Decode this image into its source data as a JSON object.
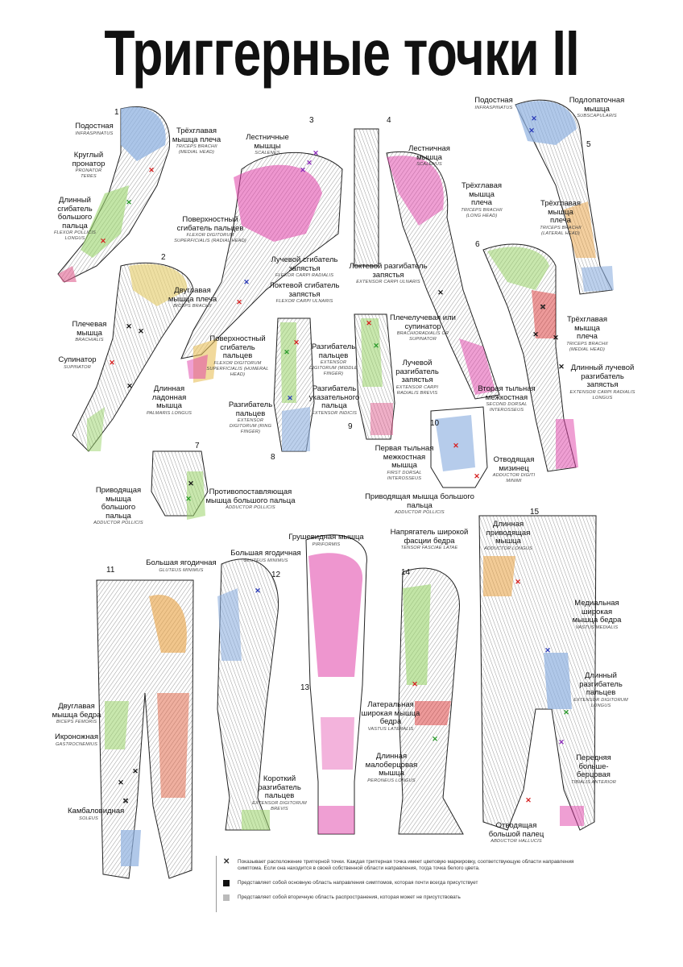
{
  "title": "Триггерные точки II",
  "colors": {
    "primary": "#e040a8",
    "secondary": "#c8d6f0",
    "trigger_red": "#d62020",
    "trigger_blue": "#2a3ab8",
    "trigger_green": "#2a9a2a",
    "trigger_purple": "#8a2ab8",
    "trigger_black": "#111111"
  },
  "numbers": [
    "1",
    "2",
    "3",
    "4",
    "5",
    "6",
    "7",
    "8",
    "9",
    "10",
    "11",
    "12",
    "13",
    "14",
    "15"
  ],
  "labels": [
    {
      "ru": "Подостная",
      "lat": "INFRASPINATUS"
    },
    {
      "ru": "Трёхглавая мышца плеча",
      "lat": "TRICEPS BRACHII (medial head)"
    },
    {
      "ru": "Круглый пронатор",
      "lat": "PRONATOR TERES"
    },
    {
      "ru": "Длинный сгибатель большого пальца",
      "lat": "FLEXOR POLLICIS LONGUS"
    },
    {
      "ru": "Лестничные мышцы",
      "lat": "SCALENES"
    },
    {
      "ru": "Лестничная мышца",
      "lat": "SCALENUS"
    },
    {
      "ru": "Поверхностный сгибатель пальцев",
      "lat": "FLEXOR DIGITORUM SUPERFICIALIS (radial head)"
    },
    {
      "ru": "Лучевой сгибатель запястья",
      "lat": "FLEXOR CARPI RADIALIS"
    },
    {
      "ru": "Локтевой сгибатель запястья",
      "lat": "FLEXOR CARPI ULNARIS"
    },
    {
      "ru": "Локтевой разгибатель запястья",
      "lat": "EXTENSOR CARPI ULNARIS"
    },
    {
      "ru": "Двуглавая мышца плеча",
      "lat": "BICEPS BRACHII"
    },
    {
      "ru": "Плечевая мышца",
      "lat": "BRACHIALIS"
    },
    {
      "ru": "Супинатор",
      "lat": "SUPINATOR"
    },
    {
      "ru": "Длинная ладонная мышца",
      "lat": "PALMARIS LONGUS"
    },
    {
      "ru": "Поверхностный сгибатель пальцев",
      "lat": "FLEXOR DIGITORUM SUPERFICIALIS (humeral head)"
    },
    {
      "ru": "Разгибатель пальцев",
      "lat": "EXTENSOR DIGITORUM (middle finger)"
    },
    {
      "ru": "Разгибатель пальцев",
      "lat": "EXTENSOR DIGITORUM (ring finger)"
    },
    {
      "ru": "Разгибатель указательного пальца",
      "lat": "EXTENSOR INDICIS"
    },
    {
      "ru": "Плечелучевая или супинатор",
      "lat": "BRACHIORADIALIS OR SUPINATOR"
    },
    {
      "ru": "Лучевой разгибатель запястья",
      "lat": "EXTENSOR CARPI RADIALIS BREVIS"
    },
    {
      "ru": "Подостная",
      "lat": "INFRASPINATUS"
    },
    {
      "ru": "Подлопаточная мышца",
      "lat": "SUBSCAPULARIS"
    },
    {
      "ru": "Трёхглавая мышца плеча",
      "lat": "TRICEPS BRACHII (long head)"
    },
    {
      "ru": "Трёхглавая мышца плеча",
      "lat": "TRICEPS BRACHII (lateral head)"
    },
    {
      "ru": "Трёхглавая мышца плеча",
      "lat": "TRICEPS BRACHII (medial head)"
    },
    {
      "ru": "Длинный лучевой разгибатель запястья",
      "lat": "EXTENSOR CARPI RADIALIS LONGUS"
    },
    {
      "ru": "Вторая тыльная межкостная",
      "lat": "SECOND DORSAL INTEROSSEUS"
    },
    {
      "ru": "Первая тыльная межкостная мышца",
      "lat": "FIRST DORSAL INTEROSSEUS"
    },
    {
      "ru": "Отводящая мизинец",
      "lat": "ADDUCTOR DIGITI MINIMI"
    },
    {
      "ru": "Приводящая мышца большого пальца",
      "lat": "ADDUCTOR POLLICIS"
    },
    {
      "ru": "Приводящая мышца большого пальца",
      "lat": "ADDUCTOR POLLICIS"
    },
    {
      "ru": "Противопоставляющая мышца большого пальца",
      "lat": "ADDUCTOR POLLICIS"
    },
    {
      "ru": "Большая ягодичная",
      "lat": "GLUTEUS MINIMUS"
    },
    {
      "ru": "Большая ягодичная",
      "lat": "GLUTEUS MINIMUS"
    },
    {
      "ru": "Грушевидная мышца",
      "lat": "PIRIFORMIS"
    },
    {
      "ru": "Напрягатель широкой фасции бедра",
      "lat": "TENSOR FASCIAE LATAE"
    },
    {
      "ru": "Длинная приводящая мышца",
      "lat": "ADDUCTOR LONGUS"
    },
    {
      "ru": "Медиальная широкая мышца бедра",
      "lat": "VASTUS MEDIALIS"
    },
    {
      "ru": "Двуглавая мышца бедра",
      "lat": "BICEPS FEMORIS"
    },
    {
      "ru": "Икроножная",
      "lat": "GASTROCNEMIUS"
    },
    {
      "ru": "Камбаловидная",
      "lat": "SOLEUS"
    },
    {
      "ru": "Короткий разгибатель пальцев",
      "lat": "EXTENSOR DIGITORUM BREVIS"
    },
    {
      "ru": "Латеральная широкая мышца бедра",
      "lat": "VASTUS LATERALIS"
    },
    {
      "ru": "Длинная малоберцовая мышца",
      "lat": "PERONEUS LONGUS"
    },
    {
      "ru": "Длинный разгибатель пальцев",
      "lat": "EXTENSOR DIGITORUM LONGUS"
    },
    {
      "ru": "Передняя больше-берцовая",
      "lat": "TIBIALIS ANTERIOR"
    },
    {
      "ru": "Отводящая большой палец",
      "lat": "ABDUCTOR HALLUCIS"
    }
  ],
  "legend": {
    "marker_symbol": "✕",
    "items": [
      "Показывает расположение триггерной точки. Каждая триггерная точка имеет цветовую маркировку, соответствующую области направления симптома. Если она находится в своей собственной области направления, тогда точка белого цвета.",
      "Представляет собой основную область направления симптомов, которая почти всегда присутствует",
      "Представляет собой вторичную область распространения, которая может не присутствовать"
    ]
  }
}
